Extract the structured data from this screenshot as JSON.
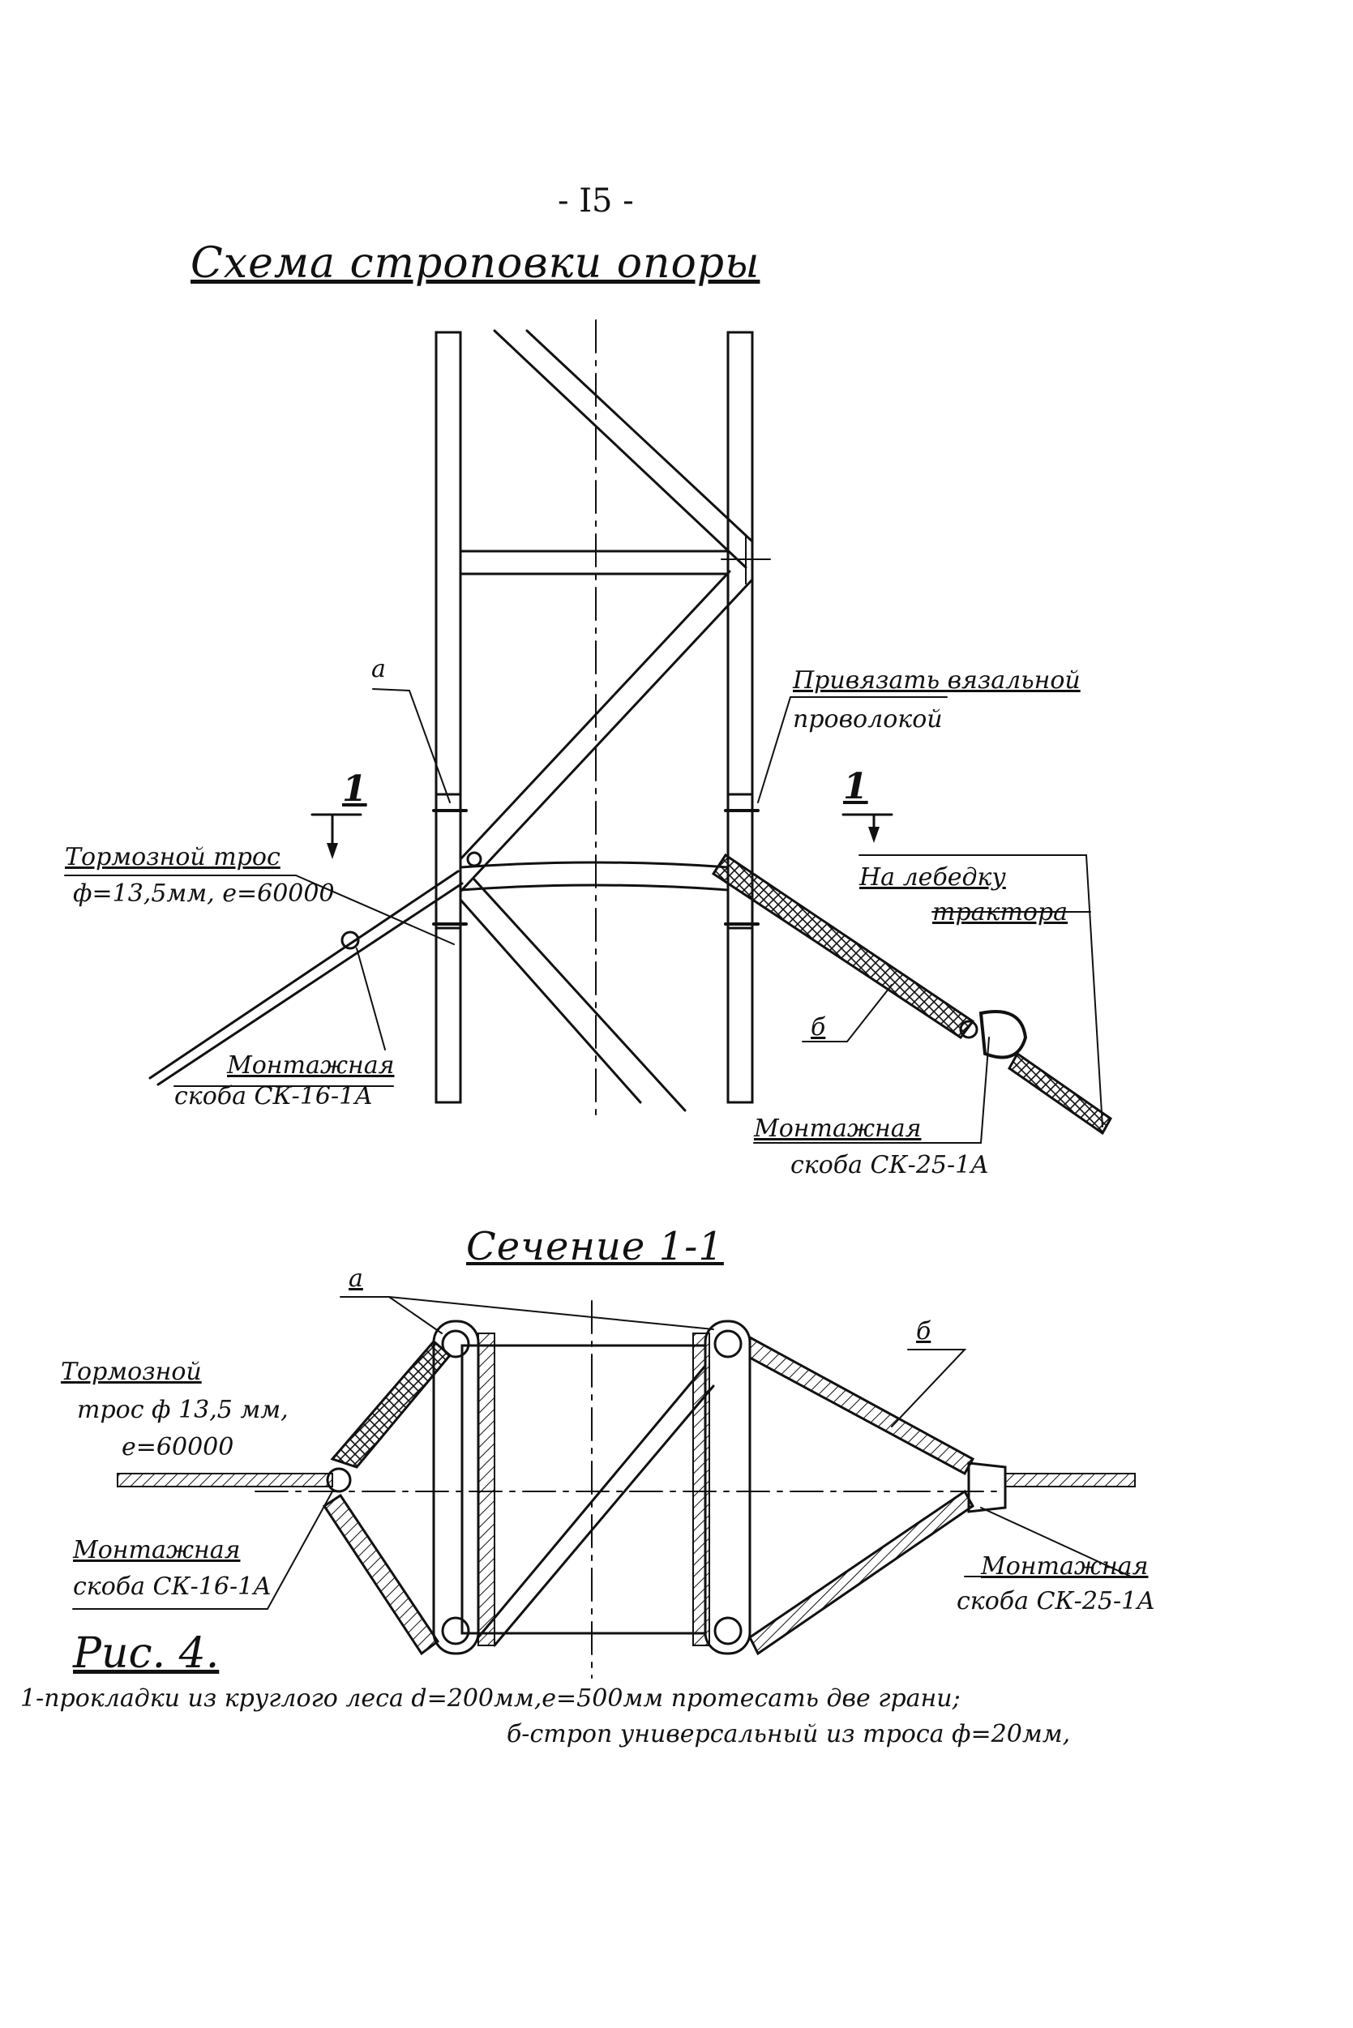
{
  "page_number": "- I5 -",
  "title": "Схема строповки опоры",
  "top_view": {
    "label_a": "a",
    "section_mark_left": "1",
    "section_mark_right": "1",
    "tie_note_line1": "Привязать вязальной",
    "tie_note_line2": "проволокой",
    "brake_rope_line1": "Тормозной трос",
    "brake_rope_line2": "ф=13,5мм, е=60000",
    "winch_line1": "На лебедку",
    "winch_line2": "трактора",
    "label_b": "б",
    "shackle_left_line1": "Монтажная",
    "shackle_left_line2": "скоба СК-16-1А",
    "shackle_right_line1": "Монтажная",
    "shackle_right_line2": "скоба СК-25-1А"
  },
  "section": {
    "title": "Сечение 1-1",
    "label_a": "а",
    "label_b": "б",
    "brake_rope_line1": "Тормозной",
    "brake_rope_line2": "трос ф 13,5 мм,",
    "brake_rope_line3": "е=60000",
    "shackle_left_line1": "Монтажная",
    "shackle_left_line2": "скоба СК-16-1А",
    "shackle_right_line1": "Монтажная",
    "shackle_right_line2": "скоба СК-25-1А"
  },
  "figure_label": "Рис. 4.",
  "notes": [
    "1-прокладки из круглого леса d=200мм,е=500мм протесать две грани;",
    "б-строп универсальный из троса ф=20мм,"
  ]
}
